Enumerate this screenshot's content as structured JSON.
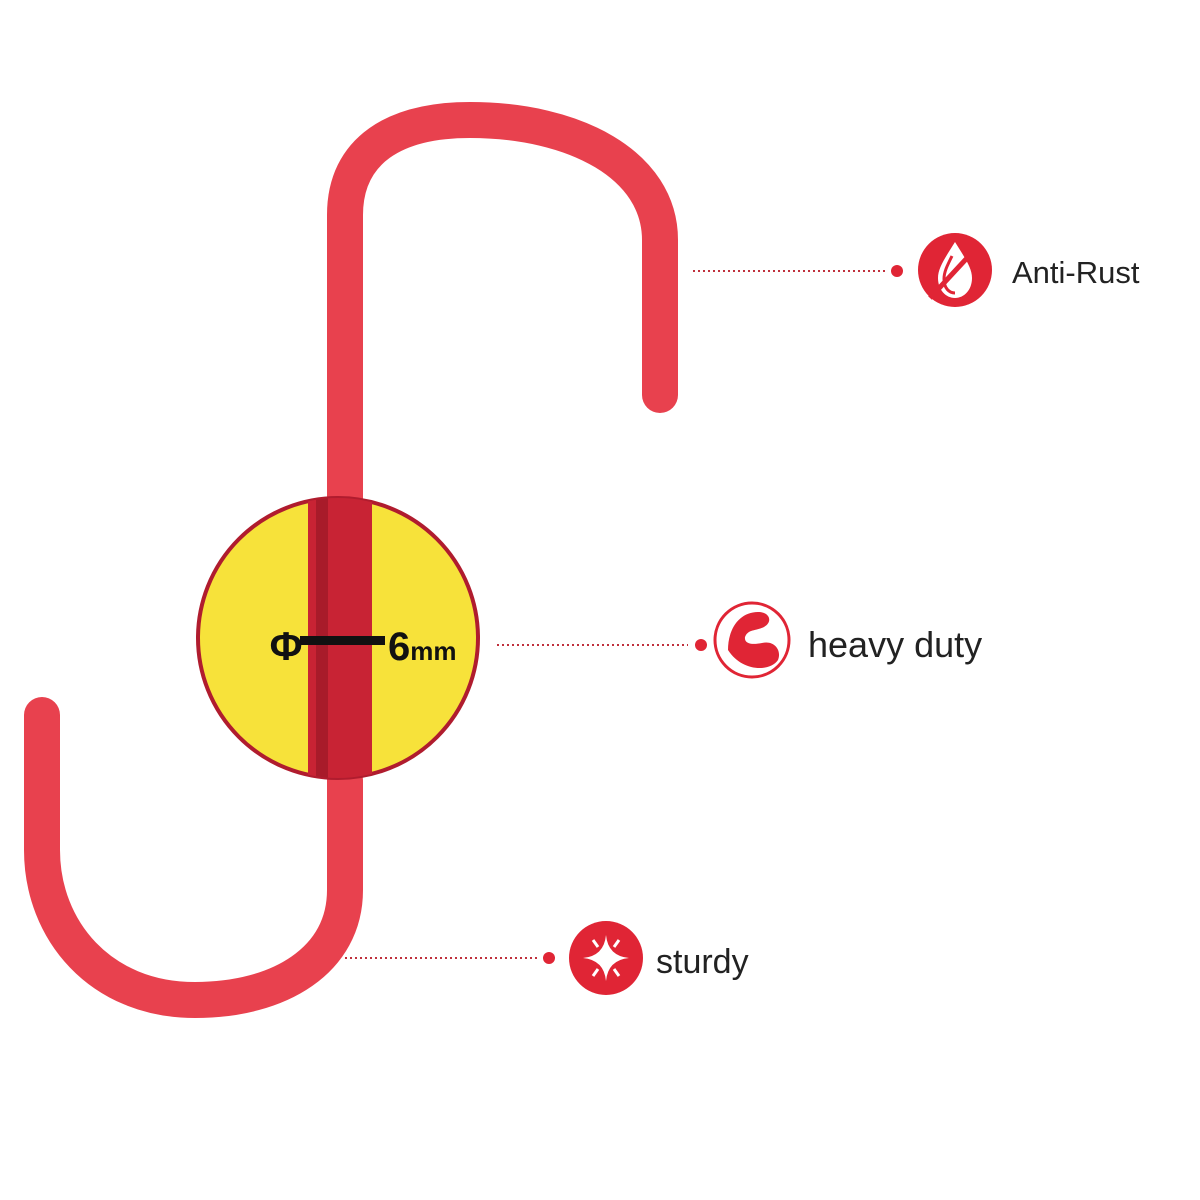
{
  "colors": {
    "hook": "#e8414e",
    "hook_dark": "#a81b2a",
    "accent": "#e02535",
    "zoom_fill": "#f7e23a",
    "zoom_border": "#b01c2e",
    "text": "#222222",
    "bar": "#111111"
  },
  "diameter": {
    "symbol": "Φ",
    "value": "6",
    "unit": "mm"
  },
  "features": [
    {
      "label": "Anti-Rust",
      "icon": "water-drop-icon"
    },
    {
      "label": "heavy duty",
      "icon": "flexed-arm-icon"
    },
    {
      "label": "sturdy",
      "icon": "diamond-star-icon"
    }
  ]
}
